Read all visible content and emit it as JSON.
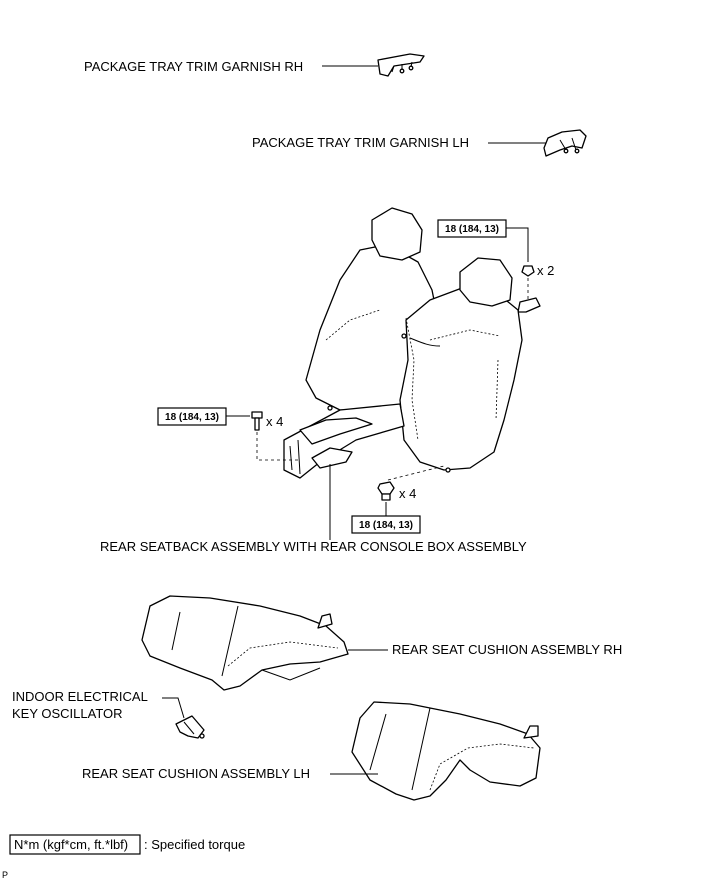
{
  "labels": {
    "package_tray_rh": "PACKAGE TRAY TRIM GARNISH RH",
    "package_tray_lh": "PACKAGE TRAY TRIM GARNISH LH",
    "rear_seatback": "REAR SEATBACK ASSEMBLY WITH REAR CONSOLE BOX ASSEMBLY",
    "cushion_rh": "REAR SEAT CUSHION ASSEMBLY RH",
    "cushion_lh": "REAR SEAT CUSHION ASSEMBLY LH",
    "key_osc_line1": "INDOOR ELECTRICAL",
    "key_osc_line2": "KEY OSCILLATOR"
  },
  "torques": {
    "nut_top": "18 (184, 13)",
    "bolt_left": "18 (184, 13)",
    "nut_bottom": "18 (184, 13)"
  },
  "quantities": {
    "nut_top": "x 2",
    "bolt_left": "x 4",
    "nut_bottom": "x 4"
  },
  "legend": {
    "unit_box": "N*m (kgf*cm, ft.*lbf)",
    "description": ": Specified torque"
  },
  "corner_mark": "P"
}
